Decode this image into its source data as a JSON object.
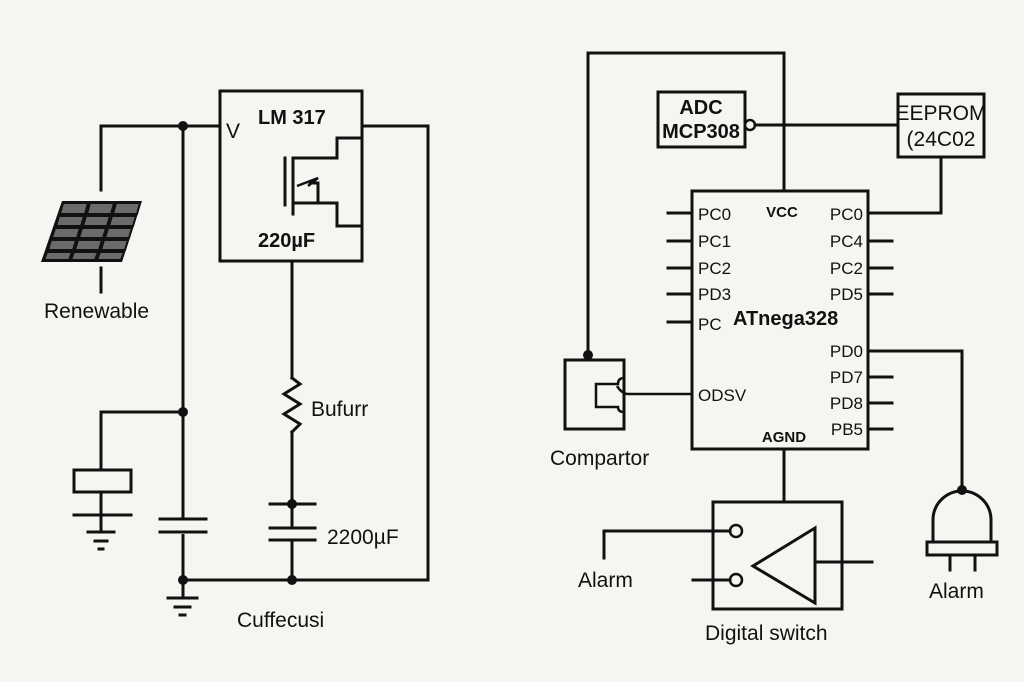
{
  "diagram": {
    "left_circuit": {
      "source_label": "Renewable",
      "regulator": {
        "title": "LM 317",
        "input_pin": "V",
        "cap_label": "220µF"
      },
      "resistor_label": "Bufurr",
      "capacitor_label": "2200µF",
      "bottom_label": "Cuffecusi"
    },
    "right_circuit": {
      "adc": {
        "line1": "ADC",
        "line2": "MCP308"
      },
      "eeprom": {
        "line1": "EEPROM",
        "line2": "(24C02"
      },
      "mcu": {
        "name": "ATnega328",
        "top_pin": "VCC",
        "bottom_pin": "AGND",
        "left_pins": [
          "PC0",
          "PC1",
          "PC2",
          "PD3",
          "PC",
          "ODSV"
        ],
        "right_pins": [
          "PC0",
          "PC4",
          "PC2",
          "PD5",
          "PD0",
          "PD7",
          "PD8",
          "PB5"
        ]
      },
      "comparator_label": "Compartor",
      "switch_label": "Digital switch",
      "alarm_left_label": "Alarm",
      "alarm_right_label": "Alarm"
    }
  }
}
